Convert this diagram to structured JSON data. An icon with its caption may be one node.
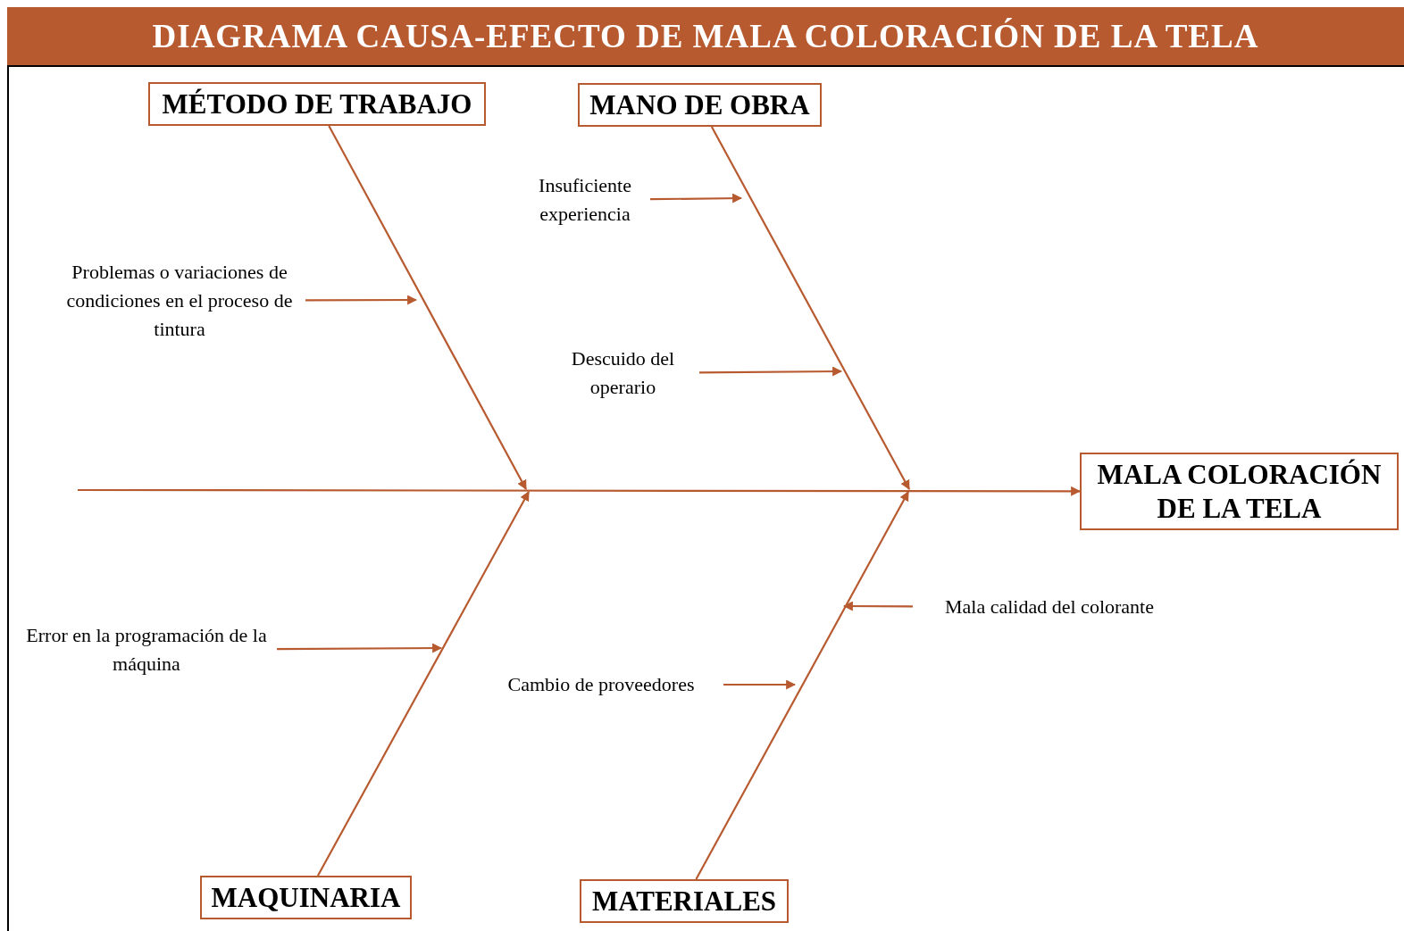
{
  "diagram": {
    "title": "DIAGRAMA CAUSA-EFECTO DE MALA COLORACIÓN DE LA TELA",
    "nodes": [
      {
        "text": [
          "MÉTODO DE TRABAJO"
        ]
      },
      {
        "text": [
          "MANO DE OBRA"
        ]
      },
      {
        "text": [
          "Insuficiente experiencia"
        ]
      },
      {
        "text": [
          "Problemas o variaciones de condiciones en el proceso de tintura"
        ]
      },
      {
        "text": [
          "Descuido del operario"
        ]
      },
      {
        "text": [
          "MALA COLORACIÓN DE LA TELA"
        ]
      },
      {
        "text": [
          "Mala calidad del colorante"
        ]
      },
      {
        "text": [
          "Error en la programación de la máquina"
        ]
      },
      {
        "text": [
          "Cambio de proveedores"
        ]
      },
      {
        "text": [
          "MAQUINARIA"
        ]
      },
      {
        "text": [
          "MATERIALES"
        ]
      }
    ],
    "edges": [
      {
        "from": null,
        "to": 5,
        "arrow": "to"
      },
      {
        "from": 0,
        "to": null,
        "arrow": "to"
      },
      {
        "from": 1,
        "to": null,
        "arrow": "to"
      },
      {
        "from": 9,
        "to": null,
        "arrow": "to"
      },
      {
        "from": 10,
        "to": null,
        "arrow": "to"
      },
      {
        "from": 3,
        "to": null,
        "arrow": "to"
      },
      {
        "from": 2,
        "to": null,
        "arrow": "to"
      },
      {
        "from": 4,
        "to": null,
        "arrow": "to"
      },
      {
        "from": 7,
        "to": null,
        "arrow": "to"
      },
      {
        "from": 8,
        "to": null,
        "arrow": "to"
      },
      {
        "from": 6,
        "to": null,
        "arrow": "to"
      }
    ]
  }
}
